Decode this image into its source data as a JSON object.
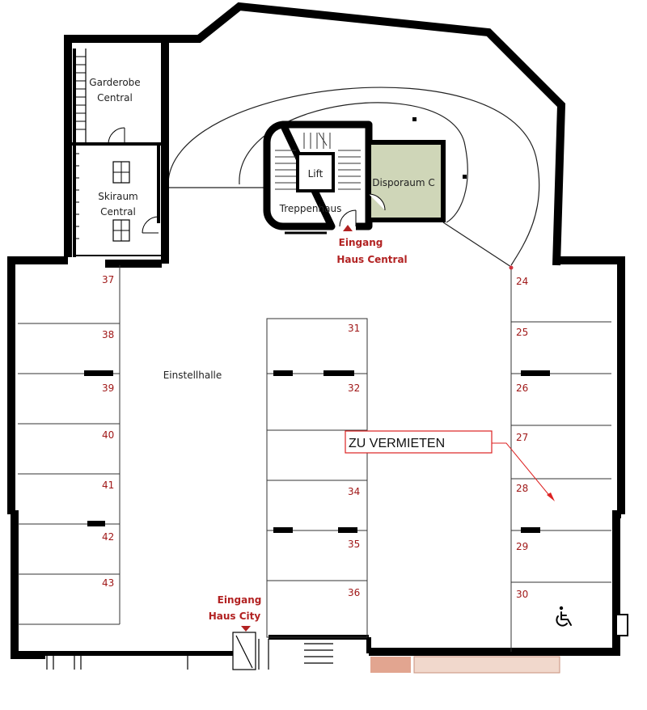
{
  "rooms": {
    "garderobe": [
      "Garderobe",
      "Central"
    ],
    "skiraum": [
      "Skiraum",
      "Central"
    ],
    "lift": "Lift",
    "treppenhaus": "Treppenhaus",
    "disporaum": "Disporaum C",
    "einstellhalle": "Einstellhalle"
  },
  "entrances": {
    "central": [
      "Eingang",
      "Haus Central"
    ],
    "city": [
      "Eingang",
      "Haus City"
    ]
  },
  "spots": {
    "left": [
      "37",
      "38",
      "39",
      "40",
      "41",
      "42",
      "43"
    ],
    "middle": [
      "31",
      "32",
      "",
      "34",
      "35",
      "36"
    ],
    "right": [
      "24",
      "25",
      "26",
      "27",
      "28",
      "29",
      "30"
    ]
  },
  "callout": {
    "text": "ZU VERMIETEN",
    "marks": "28"
  },
  "icons": {
    "accessible": "wheelchair-icon"
  },
  "colors": {
    "wall": "#000000",
    "spot_number": "#a01818",
    "entrance": "#b22222",
    "disporaum_fill": "#cfd6b8",
    "callout": "#dd2222"
  }
}
